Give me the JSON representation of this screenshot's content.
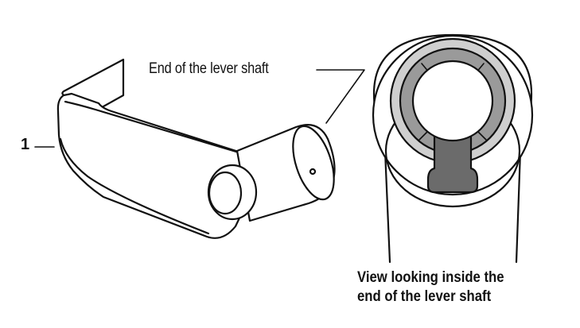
{
  "labels": {
    "shaft_end": "End of the lever shaft",
    "callout_number": "1",
    "inside_view_line1": "View looking inside the",
    "inside_view_line2": "end of the lever shaft"
  },
  "colors": {
    "stroke": "#111111",
    "ring_light": "#cfcfcf",
    "ring_mid": "#9a9a9a",
    "insert_dark": "#6b6b6b",
    "background": "#ffffff"
  }
}
